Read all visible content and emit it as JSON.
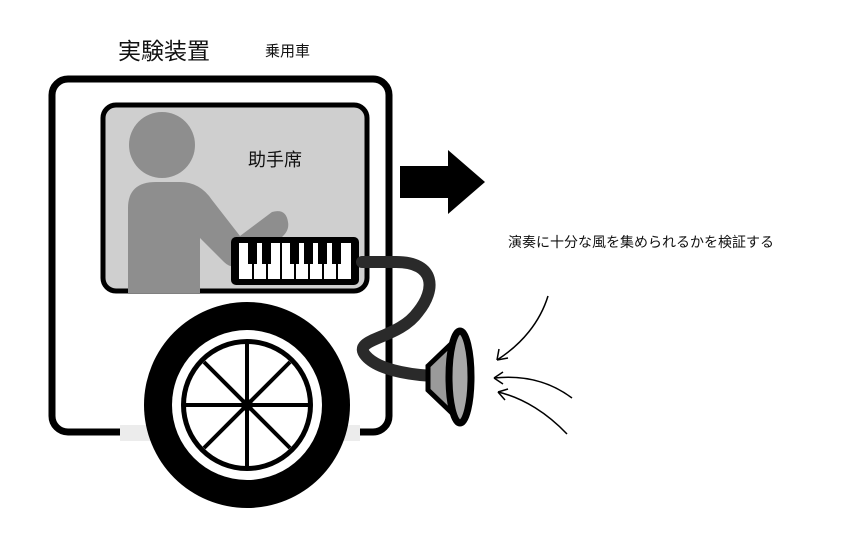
{
  "labels": {
    "title": "実験装置",
    "vehicle": "乗用車",
    "seat": "助手席",
    "caption": "演奏に十分な風を集められるかを検証する"
  }
}
